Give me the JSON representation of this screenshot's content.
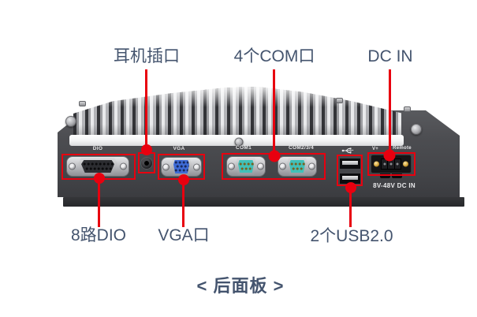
{
  "colors": {
    "annotation_red": "#e8000f",
    "label_text": "#44546e",
    "chassis_gray": "#4c4d51",
    "vga_blue": "#3e6bd6",
    "com_teal": "#41c0b8"
  },
  "annotations": {
    "top": [
      {
        "id": "headphone",
        "label": "耳机插口"
      },
      {
        "id": "com",
        "label": "4个COM口"
      },
      {
        "id": "dcin",
        "label": "DC IN"
      }
    ],
    "bottom": [
      {
        "id": "dio",
        "label": "8路DIO"
      },
      {
        "id": "vga",
        "label": "VGA口"
      },
      {
        "id": "usb",
        "label": "2个USB2.0"
      }
    ]
  },
  "device": {
    "ports": {
      "dio": {
        "label": "DIO"
      },
      "vga": {
        "label": "VGA"
      },
      "com1": {
        "label": "COM1"
      },
      "com234": {
        "label": "COM2/3/4"
      },
      "usb": {
        "icon": "usb-trident-icon"
      },
      "dc": {
        "left_label": "V+",
        "right_label": "Remote",
        "below_label": "8V-48V DC IN"
      }
    }
  },
  "caption": "< 后面板 >"
}
